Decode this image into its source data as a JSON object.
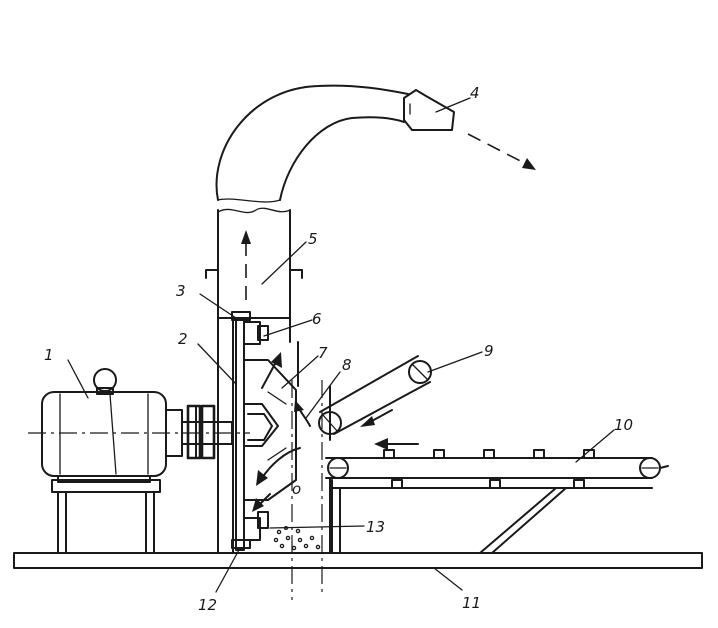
{
  "labels": {
    "l1": "1",
    "l2": "2",
    "l3": "3",
    "l4": "4",
    "l5": "5",
    "l6": "6",
    "l7": "7",
    "l8": "8",
    "l9": "9",
    "l10": "10",
    "l11": "11",
    "l12": "12",
    "l13": "13",
    "mark_o": "o"
  },
  "colors": {
    "ink": "#1a1a1a",
    "paper": "#ffffff"
  }
}
